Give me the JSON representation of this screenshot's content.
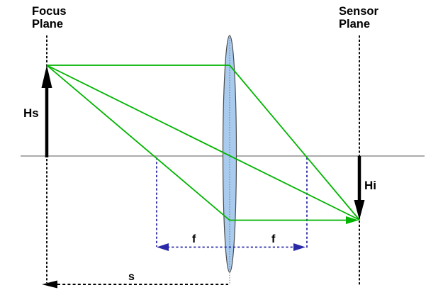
{
  "title": "Thin-lens imaging diagram",
  "labels": {
    "focus_plane_line1": "Focus",
    "focus_plane_line2": "Plane",
    "sensor_plane_line1": "Sensor",
    "sensor_plane_line2": "Plane",
    "object_height": "Hs",
    "image_height": "Hi",
    "focal_left": "f",
    "focal_right": "f",
    "subject_distance": "s"
  },
  "colors": {
    "ray_green": "#00b400",
    "dimension_blue": "#2a2aa8",
    "axis_gray": "#909090",
    "lens_fill": "#a9cbee"
  }
}
